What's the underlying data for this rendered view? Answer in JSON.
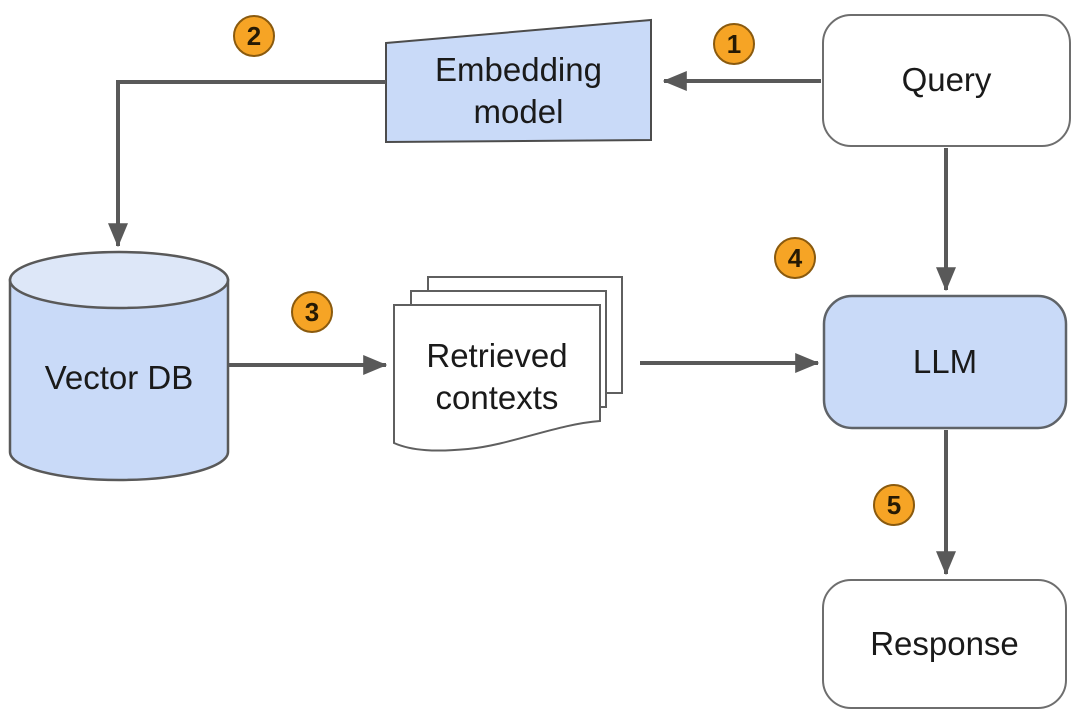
{
  "diagram": {
    "type": "flowchart",
    "badges": [
      "1",
      "2",
      "3",
      "4",
      "5"
    ],
    "nodes": {
      "query": {
        "label": "Query",
        "shape": "rounded-rect",
        "fill": "#ffffff"
      },
      "embedding_model": {
        "label": "Embedding\nmodel",
        "shape": "trapezoid",
        "fill": "#c9daf8"
      },
      "vector_db": {
        "label": "Vector DB",
        "shape": "cylinder",
        "fill": "#c9daf8"
      },
      "retrieved_contexts": {
        "label": "Retrieved\ncontexts",
        "shape": "document-stack",
        "fill": "#ffffff"
      },
      "llm": {
        "label": "LLM",
        "shape": "rounded-rect",
        "fill": "#c9daf8"
      },
      "response": {
        "label": "Response",
        "shape": "rounded-rect",
        "fill": "#ffffff"
      }
    },
    "edges": [
      {
        "step": "1",
        "from": "query",
        "to": "embedding_model"
      },
      {
        "step": "2",
        "from": "embedding_model",
        "to": "vector_db"
      },
      {
        "step": "3",
        "from": "vector_db",
        "to": "retrieved_contexts"
      },
      {
        "step": "4",
        "from": "retrieved_contexts",
        "to": "llm"
      },
      {
        "step": "",
        "from": "query",
        "to": "llm"
      },
      {
        "step": "5",
        "from": "llm",
        "to": "response"
      }
    ],
    "colors": {
      "node_blue": "#c9daf8",
      "cylinder_top": "#dde7f8",
      "node_white": "#ffffff",
      "outline": "#595959",
      "arrow": "#595959",
      "badge_fill": "#f6a425",
      "badge_border": "#8a5a0e",
      "text": "#1a1a1a"
    }
  }
}
